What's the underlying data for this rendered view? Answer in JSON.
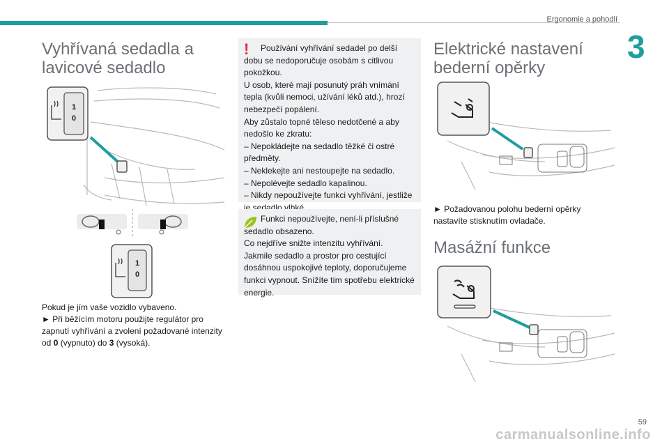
{
  "header": {
    "section_title": "Ergonomie a pohodlí",
    "chapter_number": "3"
  },
  "left": {
    "heading": "Vyhřívaná sedadla a lavicové sedadlo",
    "knob_labels": [
      "1",
      "0"
    ],
    "body_line1": "Pokud je jím vaše vozidlo vybaveno.",
    "body_line2": "► Při běžícím motoru použijte regulátor pro zapnutí vyhřívání a zvolení požadované intenzity od ",
    "value_off": "0",
    "off_text": " (vypnuto) do ",
    "value_high": "3",
    "high_text": " (vysoká)."
  },
  "middle": {
    "warning_symbol": "!",
    "warning_text": "Používání vyhřívání sedadel po delší dobu se nedoporučuje osobám s citlivou pokožkou.\nU osob, které mají posunutý práh vnímání tepla (kvůli nemoci, užívání léků atd.), hrozí nebezpečí popálení.\nAby zůstalo topné těleso nedotčené a aby nedošlo ke zkratu:\n– Nepokládejte na sedadlo těžké či ostré předměty.\n– Neklekejte ani nestoupejte na sedadlo.\n– Nepolévejte sedadlo kapalinou.\n– Nikdy nepoužívejte funkci vyhřívání, jestliže je sedadlo vlhké.",
    "eco_text": "Funkci nepoužívejte, není-li příslušné sedadlo obsazeno.\nCo nejdříve snižte intenzitu vyhřívání.\nJakmile sedadlo a prostor pro cestující dosáhnou uspokojivé teploty, doporučujeme funkci vypnout. Snížíte tím spotřebu elektrické energie."
  },
  "right": {
    "heading1": "Elektrické nastavení bederní opěrky",
    "body1": "► Požadovanou polohu bederní opěrky nastavíte stisknutím ovladače.",
    "heading2": "Masážní funkce"
  },
  "footer": {
    "page_number": "59",
    "watermark": "carmanualsonline.info"
  },
  "colors": {
    "accent": "#1f9e9e",
    "warning": "#e8253a",
    "eco": "#9ac31c",
    "box_bg": "#eef0f1"
  }
}
